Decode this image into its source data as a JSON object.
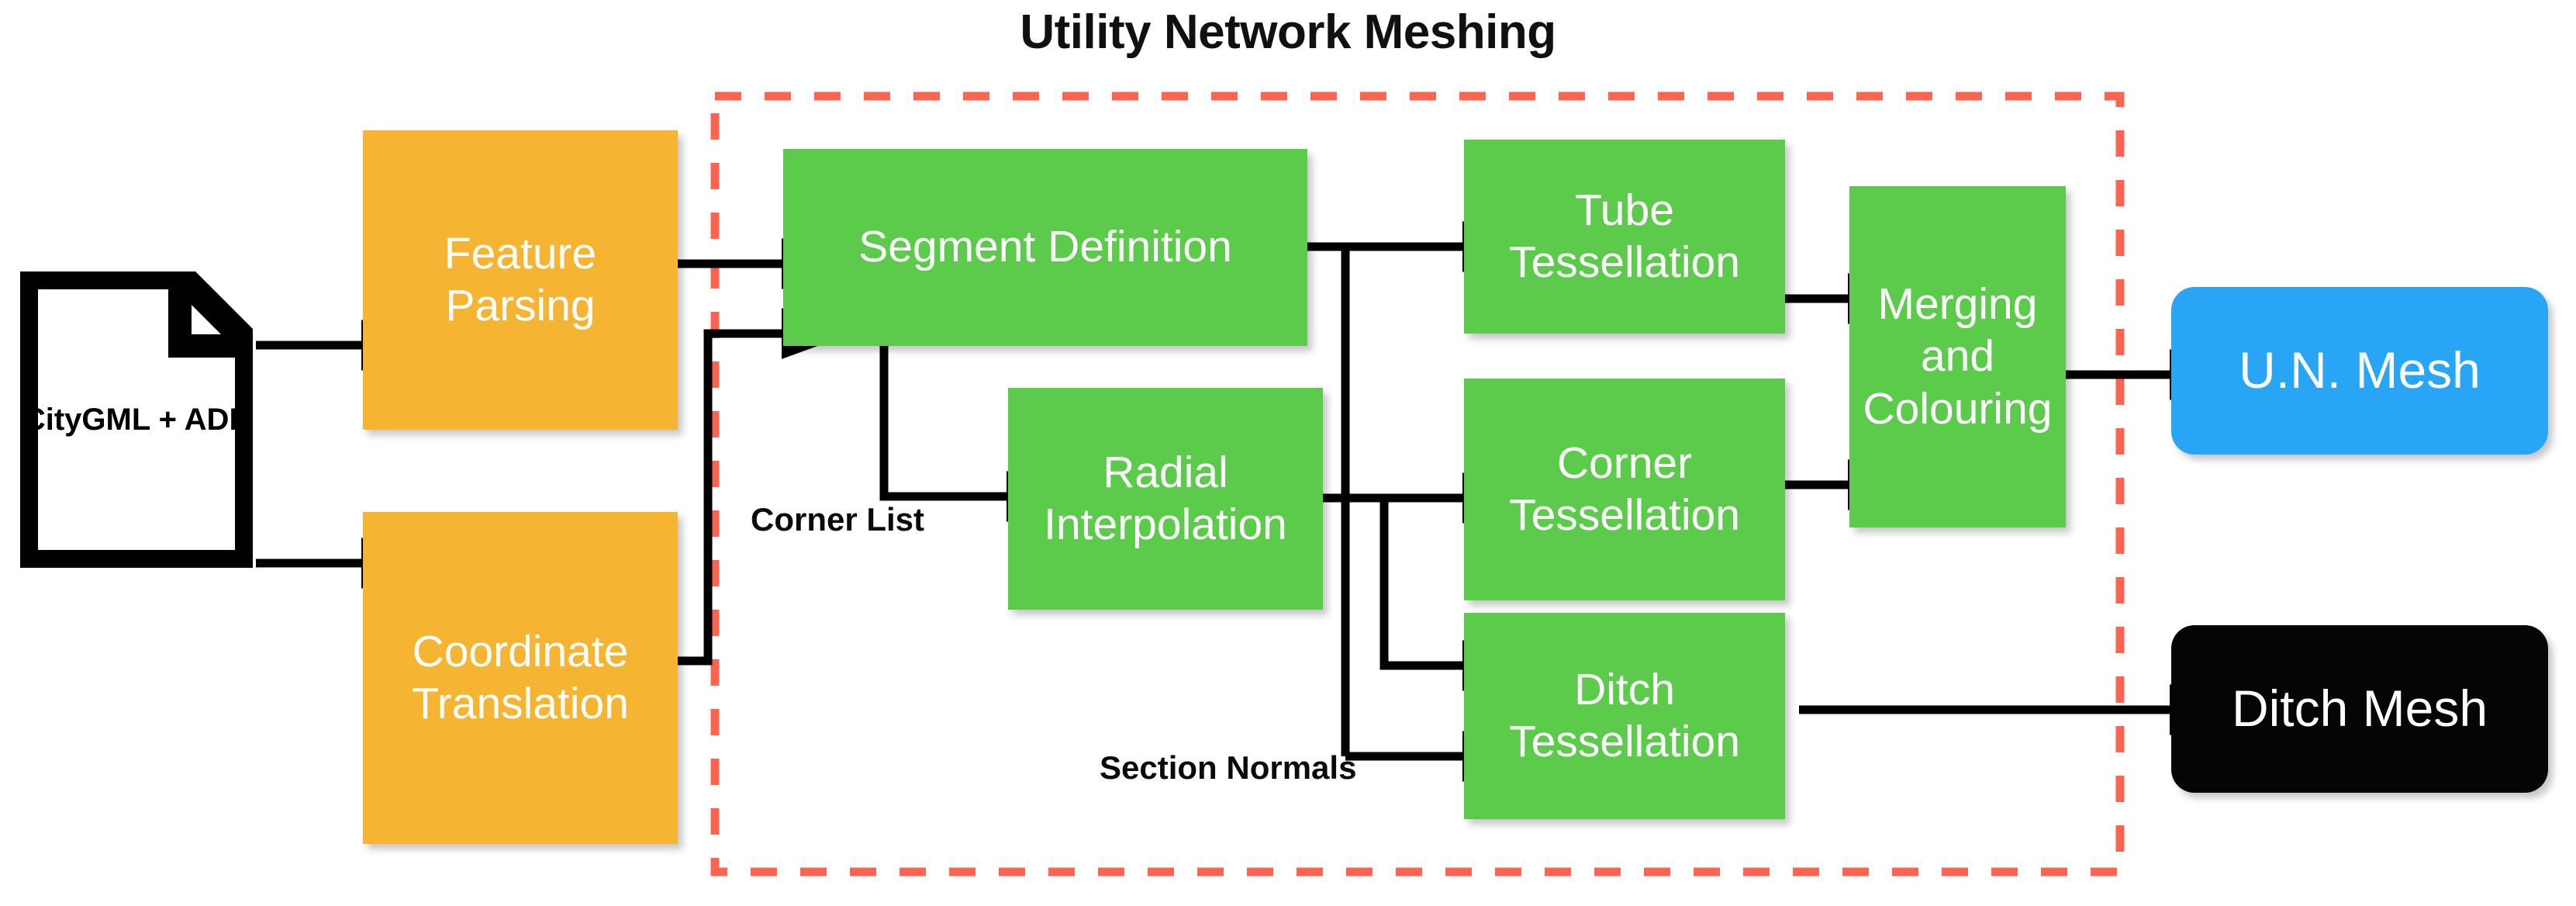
{
  "title": "Utility Network Meshing",
  "colors": {
    "orange": "#F5B431",
    "green": "#5CCB4B",
    "blue": "#29A5F5",
    "black": "#050505",
    "dashed_border": "#FA6450",
    "arrow": "#000000",
    "node_text": "#FFFFFF",
    "label_text": "#0A0A0A",
    "background": "#FFFFFF"
  },
  "source_document": {
    "name": "citygml-ade-document",
    "lines": [
      "CityGML",
      "+",
      "ADE"
    ],
    "text": "CityGML\n+\nADE"
  },
  "preprocessing_nodes": [
    {
      "id": "feature-parsing",
      "label": "Feature\nParsing",
      "color": "orange"
    },
    {
      "id": "coordinate-translation",
      "label": "Coordinate\nTranslation",
      "color": "orange"
    }
  ],
  "meshing_group": {
    "name": "utility-network-meshing-group",
    "border_style": "dashed",
    "nodes": [
      {
        "id": "segment-definition",
        "label": "Segment Definition",
        "color": "green"
      },
      {
        "id": "radial-interpolation",
        "label": "Radial\nInterpolation",
        "color": "green"
      },
      {
        "id": "tube-tessellation",
        "label": "Tube\nTessellation",
        "color": "green"
      },
      {
        "id": "corner-tessellation",
        "label": "Corner\nTessellation",
        "color": "green"
      },
      {
        "id": "ditch-tessellation",
        "label": "Ditch\nTessellation",
        "color": "green"
      },
      {
        "id": "merging-and-colouring",
        "label": "Merging\nand\nColouring",
        "color": "green"
      }
    ]
  },
  "output_nodes": [
    {
      "id": "un-mesh",
      "label": "U.N. Mesh",
      "color": "blue"
    },
    {
      "id": "ditch-mesh",
      "label": "Ditch Mesh",
      "color": "black"
    }
  ],
  "edge_labels": [
    {
      "id": "corner-list",
      "text": "Corner List"
    },
    {
      "id": "section-normals",
      "text": "Section Normals"
    }
  ],
  "chart_data": {
    "type": "diagram",
    "title": "Utility Network Meshing",
    "nodes": [
      {
        "id": "citygml-ade",
        "label": "CityGML + ADE",
        "shape": "document",
        "color": "#FFFFFF"
      },
      {
        "id": "feature-parsing",
        "label": "Feature Parsing",
        "shape": "rect",
        "color": "#F5B431"
      },
      {
        "id": "coordinate-translation",
        "label": "Coordinate Translation",
        "shape": "rect",
        "color": "#F5B431"
      },
      {
        "id": "segment-definition",
        "label": "Segment Definition",
        "shape": "rect",
        "color": "#5CCB4B"
      },
      {
        "id": "radial-interpolation",
        "label": "Radial Interpolation",
        "shape": "rect",
        "color": "#5CCB4B"
      },
      {
        "id": "tube-tessellation",
        "label": "Tube Tessellation",
        "shape": "rect",
        "color": "#5CCB4B"
      },
      {
        "id": "corner-tessellation",
        "label": "Corner Tessellation",
        "shape": "rect",
        "color": "#5CCB4B"
      },
      {
        "id": "ditch-tessellation",
        "label": "Ditch Tessellation",
        "shape": "rect",
        "color": "#5CCB4B"
      },
      {
        "id": "merging-and-colouring",
        "label": "Merging and Colouring",
        "shape": "rect",
        "color": "#5CCB4B"
      },
      {
        "id": "un-mesh",
        "label": "U.N. Mesh",
        "shape": "rounded-rect",
        "color": "#29A5F5"
      },
      {
        "id": "ditch-mesh",
        "label": "Ditch Mesh",
        "shape": "rounded-rect",
        "color": "#050505"
      }
    ],
    "edges": [
      {
        "from": "citygml-ade",
        "to": "feature-parsing",
        "label": ""
      },
      {
        "from": "citygml-ade",
        "to": "coordinate-translation",
        "label": ""
      },
      {
        "from": "feature-parsing",
        "to": "segment-definition",
        "label": ""
      },
      {
        "from": "coordinate-translation",
        "to": "segment-definition",
        "label": ""
      },
      {
        "from": "segment-definition",
        "to": "radial-interpolation",
        "label": "Corner List"
      },
      {
        "from": "segment-definition",
        "to": "tube-tessellation",
        "label": ""
      },
      {
        "from": "segment-definition",
        "to": "ditch-tessellation",
        "label": ""
      },
      {
        "from": "radial-interpolation",
        "to": "corner-tessellation",
        "label": "Section Normals"
      },
      {
        "from": "radial-interpolation",
        "to": "ditch-tessellation",
        "label": "Section Normals"
      },
      {
        "from": "tube-tessellation",
        "to": "merging-and-colouring",
        "label": ""
      },
      {
        "from": "corner-tessellation",
        "to": "merging-and-colouring",
        "label": ""
      },
      {
        "from": "merging-and-colouring",
        "to": "un-mesh",
        "label": ""
      },
      {
        "from": "ditch-tessellation",
        "to": "ditch-mesh",
        "label": ""
      }
    ],
    "groups": [
      {
        "id": "utility-network-meshing-group",
        "label": "Utility Network Meshing",
        "style": "dashed",
        "color": "#FA6450",
        "members": [
          "segment-definition",
          "radial-interpolation",
          "tube-tessellation",
          "corner-tessellation",
          "ditch-tessellation",
          "merging-and-colouring"
        ]
      }
    ]
  }
}
